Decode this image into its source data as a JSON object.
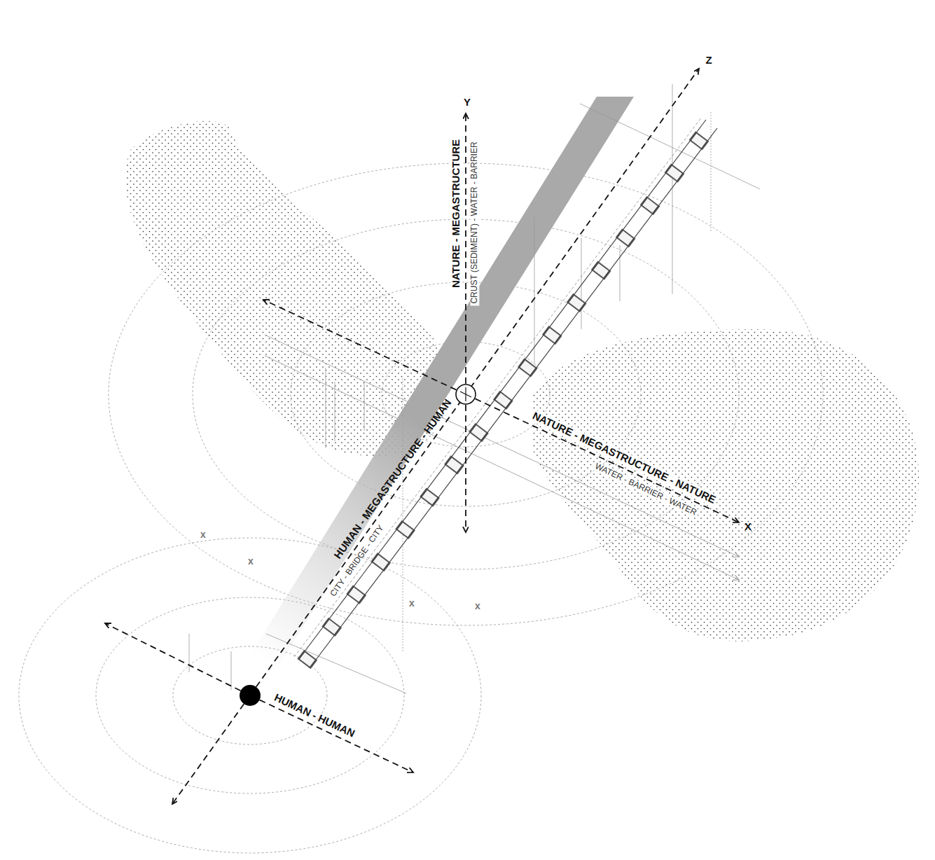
{
  "diagram": {
    "labels": [
      "Z",
      "Y",
      "NATURE - MEGASTRUCTURE",
      "CRUST (SEDIMENT) - WATER - BARRIER",
      "HUMAN - MEGASTRUCTURE - HUMAN",
      "CITY - BRIDGE - CITY",
      "NATURE - MEGASTRUCTURE - NATURE",
      "WATER - BARRIER - WATER",
      "X",
      "x",
      "x",
      "x",
      "x",
      "HUMAN - HUMAN"
    ]
  }
}
